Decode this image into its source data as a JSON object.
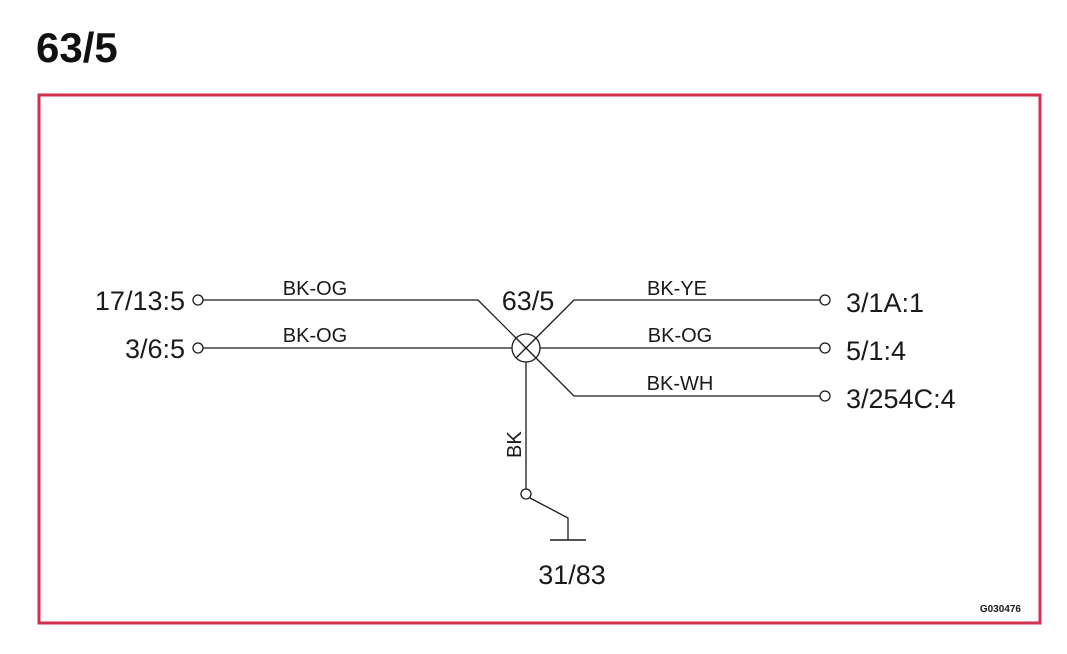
{
  "title": "63/5",
  "colors": {
    "frame": "#d32f4f",
    "ink": "#1a1a1a"
  },
  "splice": {
    "label": "63/5"
  },
  "connections": [
    {
      "terminal": "17/13:5",
      "wire": "BK-OG"
    },
    {
      "terminal": "3/6:5",
      "wire": "BK-OG"
    },
    {
      "terminal": "3/1A:1",
      "wire": "BK-YE"
    },
    {
      "terminal": "5/1:4",
      "wire": "BK-OG"
    },
    {
      "terminal": "3/254C:4",
      "wire": "BK-WH"
    }
  ],
  "ground": {
    "wire": "BK",
    "terminal": "31/83",
    "icon": "ground-icon"
  },
  "figure_code": "G030476"
}
